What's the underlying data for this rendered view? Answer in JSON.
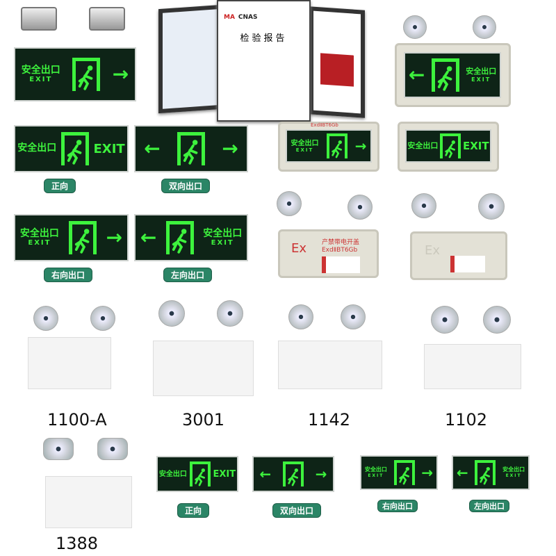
{
  "sign_text": {
    "cn": "安全出口",
    "en": "EXIT"
  },
  "labels": {
    "forward": "正向",
    "bidirectional": "双向出口",
    "right": "右向出口",
    "left": "左向出口"
  },
  "certificate": {
    "title": "检验报告",
    "logos": [
      "MA",
      "CNAS"
    ]
  },
  "explosion_proof": {
    "ex": "Ex",
    "warning": "产禁带电开盖",
    "rating": "ExdⅡBT6Gb"
  },
  "models": [
    "1100-A",
    "3001",
    "1142",
    "1102",
    "1388"
  ],
  "colors": {
    "sign_bg": "#0e2417",
    "sign_green": "#3df23d",
    "label_bg": "#2b8566"
  }
}
